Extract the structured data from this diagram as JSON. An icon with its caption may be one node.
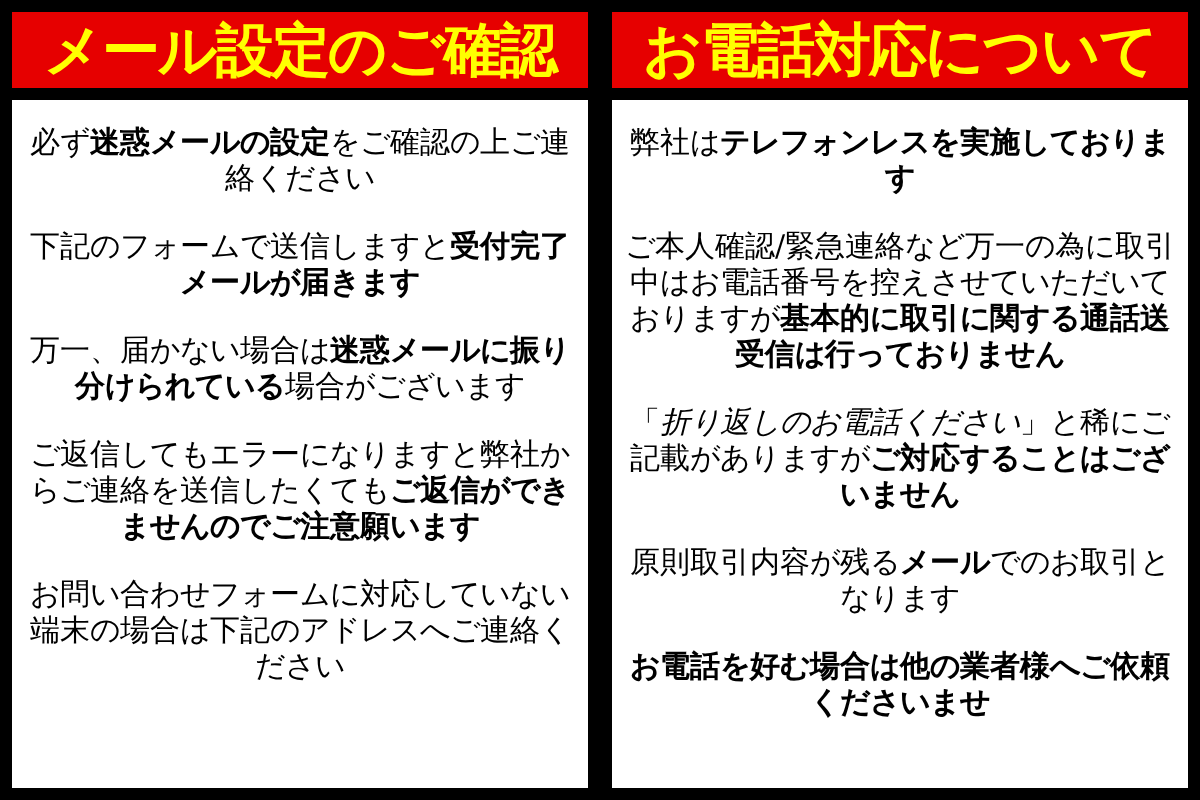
{
  "diagram": {
    "nodes": [
      {
        "text": [
          "メール設定のご確認",
          "必ず**迷惑メールの設定**をご確認の上ご連絡ください",
          "下記のフォームで送信しますと**受付完了メールが届きます**",
          "万一、届かない場合は**迷惑メールに振り分けられている**場合がございます",
          "ご返信してもエラーになりますと弊社からご連絡を送信したくても**ご返信ができませんのでご注意願います**",
          "お問い合わせフォームに対応していない端末の場合は下記のアドレスへご連絡ください"
        ]
      },
      {
        "text": [
          "お電話対応について",
          "弊社は**テレフォンレスを実施しております**",
          "ご本人確認/緊急連絡など万一の為に取引中はお電話番号を控えさせていただいておりますが**基本的に取引に関する通話送受信は行っておりません**",
          "「*折り返しのお電話ください*」と稀にご記載がありますが**ご対応することはございません**",
          "原則取引内容が残る**メール**でのお取引となります",
          "**お電話を好む場合は他の業者様へご依頼くださいませ**"
        ]
      }
    ]
  }
}
